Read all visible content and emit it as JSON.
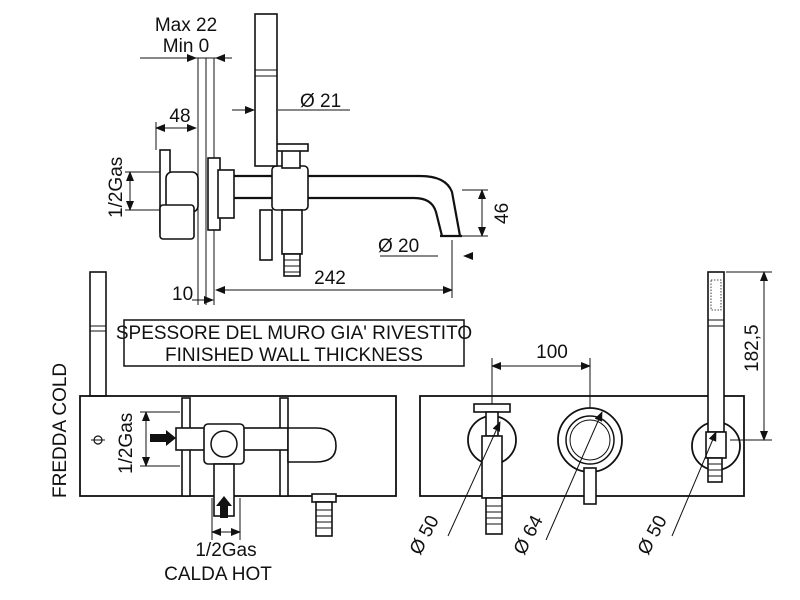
{
  "colors": {
    "ink": "#111111",
    "background": "#ffffff"
  },
  "labels": {
    "max": "Max 22",
    "min": "Min 0",
    "d21": "Ø 21",
    "d48": "48",
    "gas_top": "1/2Gas",
    "d46": "46",
    "d20": "Ø 20",
    "d242": "242",
    "d10": "10",
    "wall_it": "SPESSORE DEL MURO GIA' RIVESTITO",
    "wall_en": "FINISHED WALL THICKNESS",
    "fredda": "FREDDA COLD",
    "gas_side": "1/2Gas",
    "gas_bottom": "1/2Gas",
    "calda": "CALDA HOT",
    "d100": "100",
    "d182": "182,5",
    "d50a": "Ø 50",
    "d64": "Ø 64",
    "d50b": "Ø 50"
  }
}
